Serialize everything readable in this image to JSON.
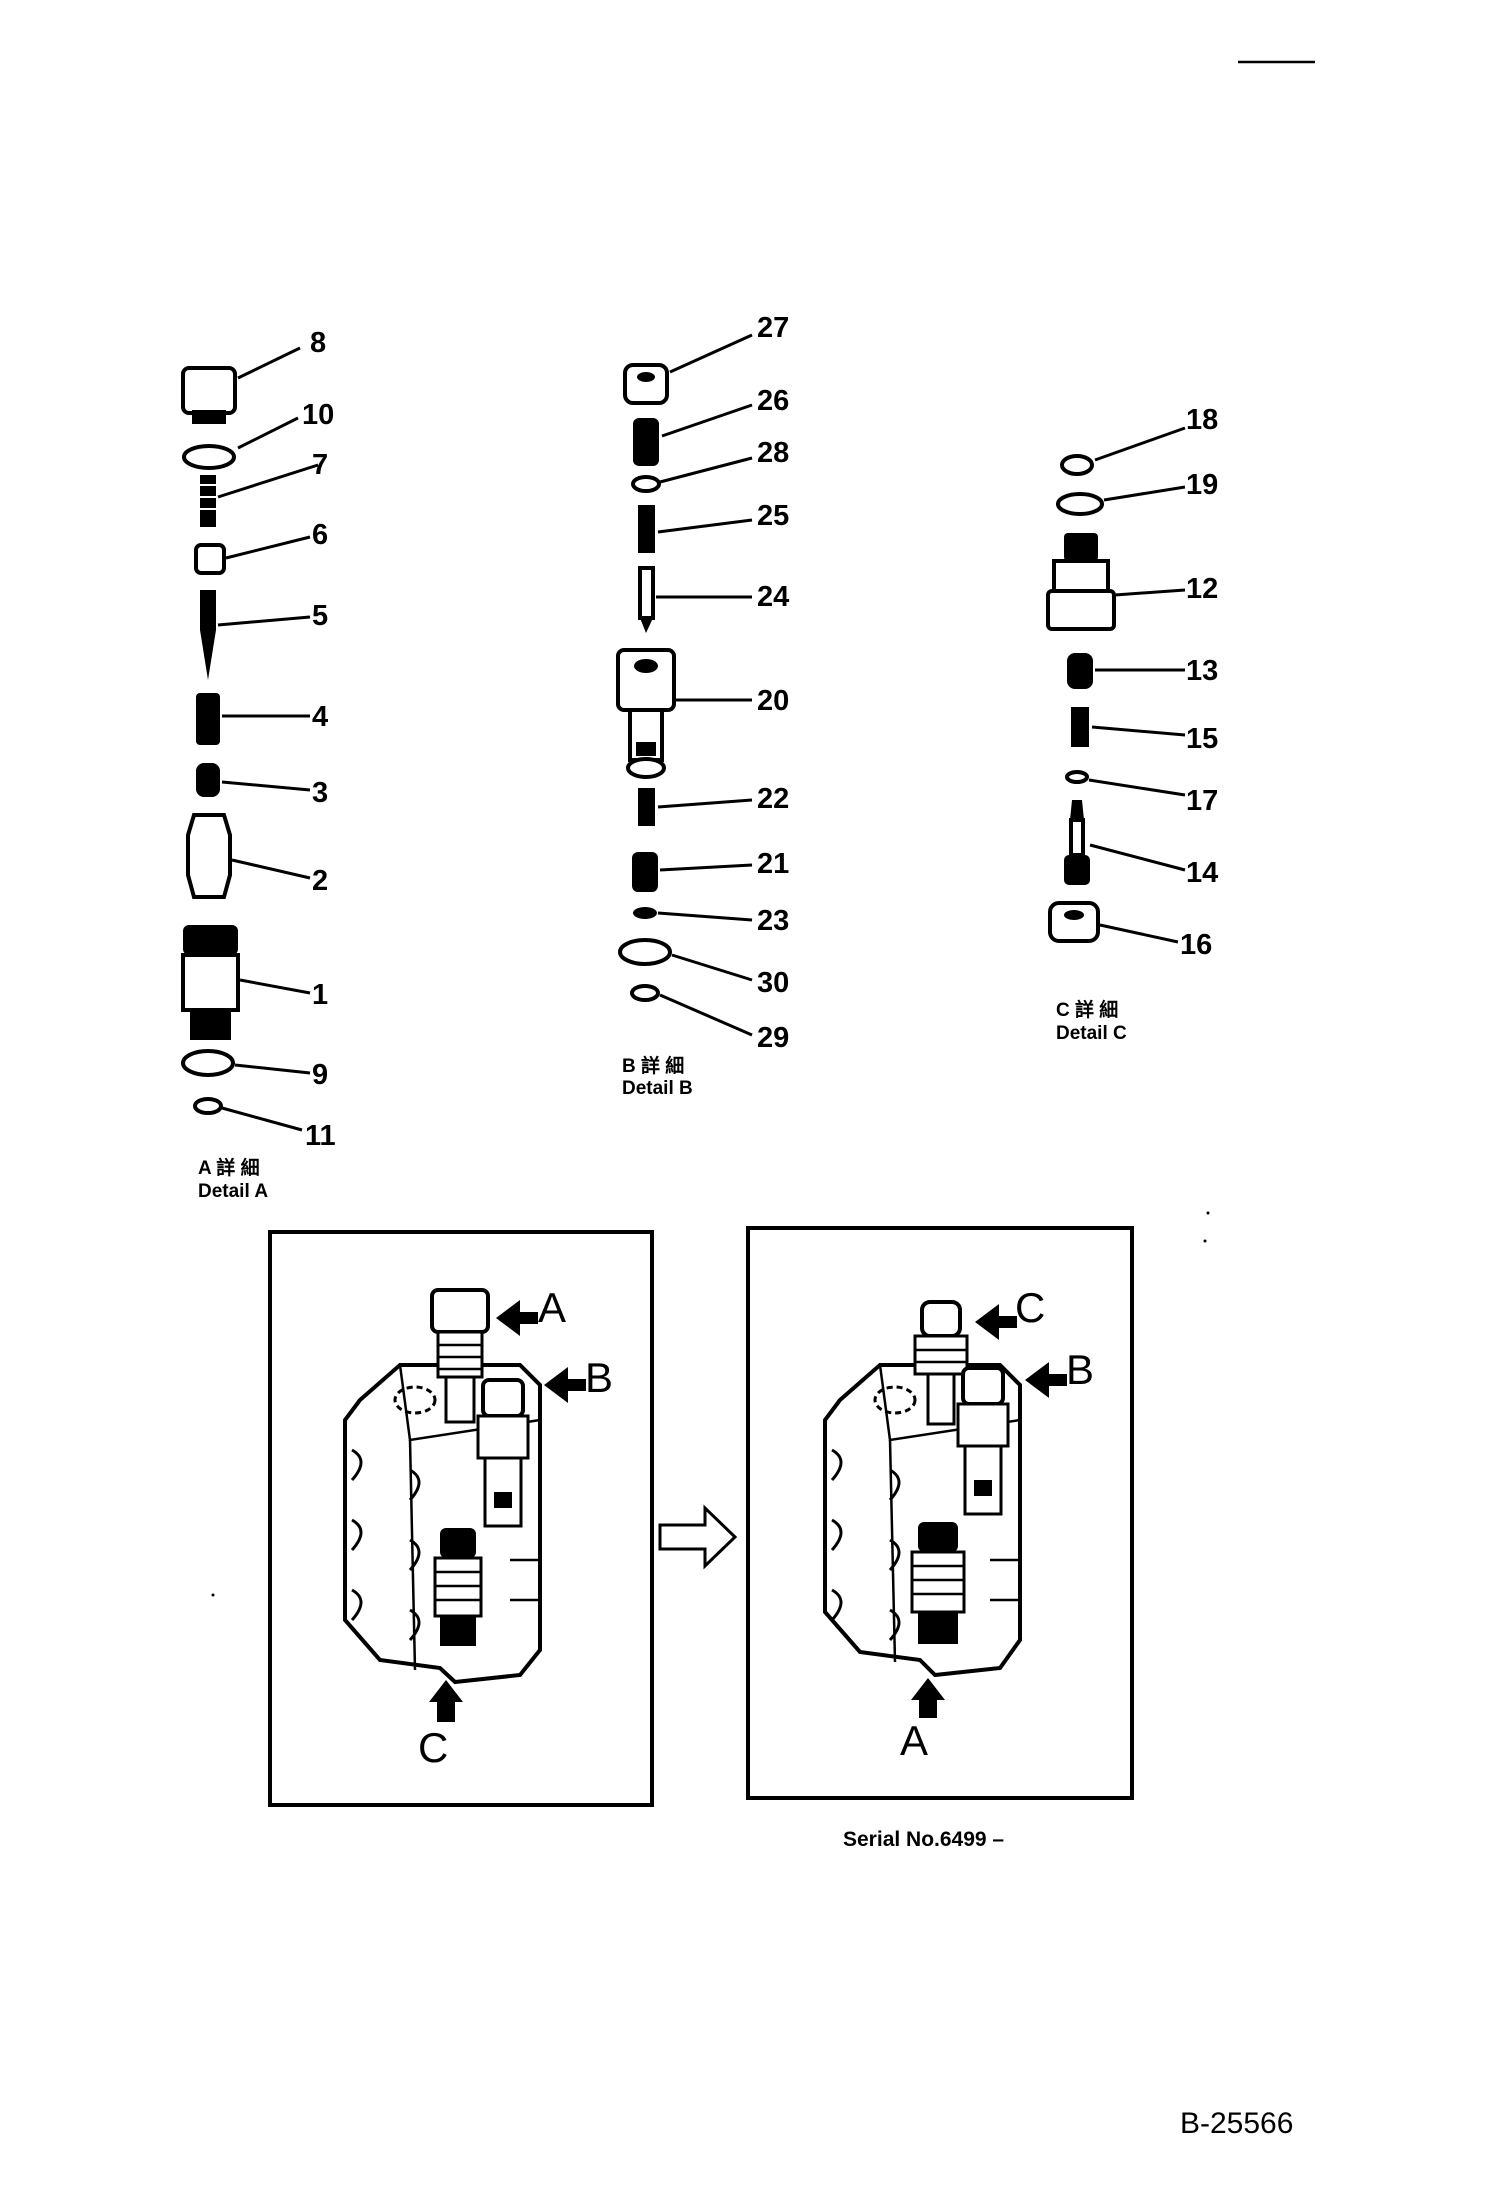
{
  "detail_a": {
    "caption_jp": "A 詳 細",
    "caption": "Detail A",
    "labels": [
      "8",
      "10",
      "7",
      "6",
      "5",
      "4",
      "3",
      "2",
      "1",
      "9",
      "11"
    ]
  },
  "detail_b": {
    "caption_jp": "B 詳 細",
    "caption": "Detail B",
    "labels": [
      "27",
      "26",
      "28",
      "25",
      "24",
      "20",
      "22",
      "21",
      "23",
      "30",
      "29"
    ]
  },
  "detail_c": {
    "caption_jp": "C 詳 細",
    "caption": "Detail C",
    "labels": [
      "18",
      "19",
      "12",
      "13",
      "15",
      "17",
      "14",
      "16"
    ]
  },
  "before_box": {
    "markers": [
      "A",
      "B",
      "C"
    ]
  },
  "after_box": {
    "markers": [
      "C",
      "B",
      "A"
    ]
  },
  "serial_note": "Serial No.6499 –",
  "figure_id": "B-25566"
}
